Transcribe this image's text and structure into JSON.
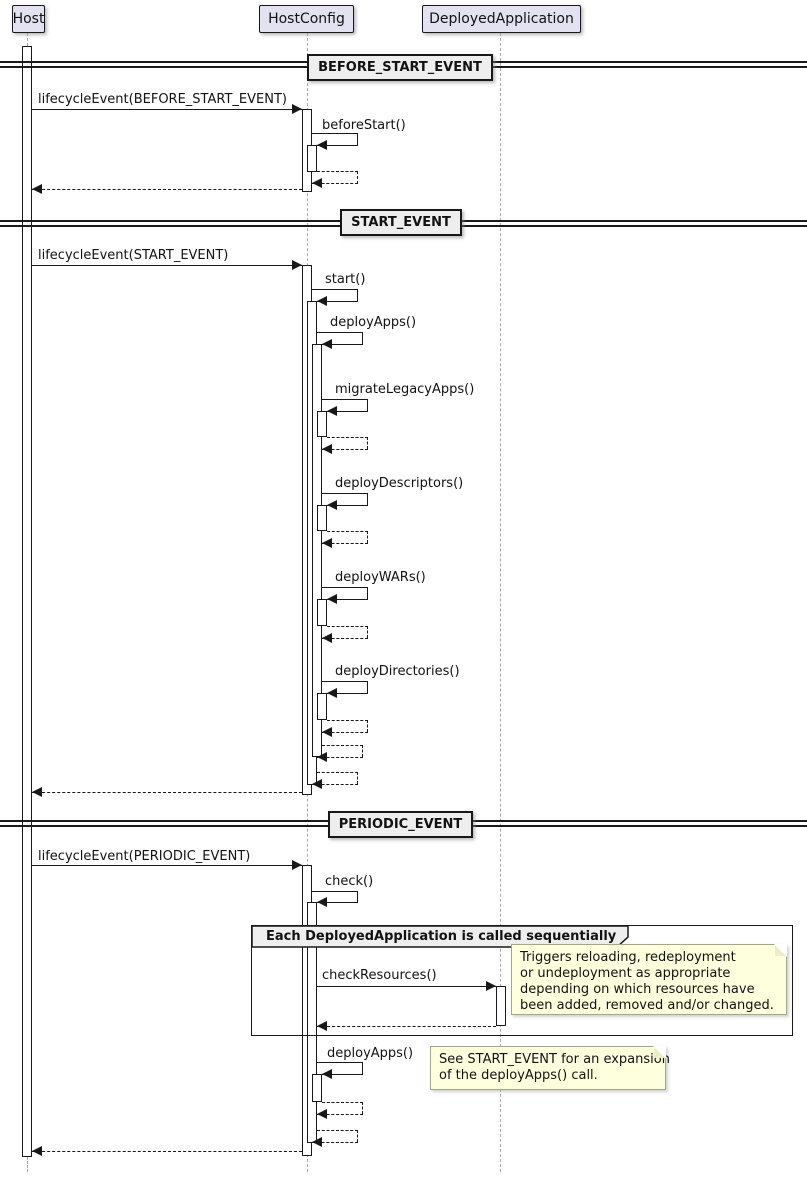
{
  "diagram": {
    "participants": [
      {
        "label": "Host"
      },
      {
        "label": "HostConfig"
      },
      {
        "label": "DeployedApplication"
      }
    ],
    "dividers": [
      {
        "label": "BEFORE_START_EVENT"
      },
      {
        "label": "START_EVENT"
      },
      {
        "label": "PERIODIC_EVENT"
      }
    ],
    "messages": {
      "lifecycle_before": "lifecycleEvent(BEFORE_START_EVENT)",
      "before_start": "beforeStart()",
      "lifecycle_start": "lifecycleEvent(START_EVENT)",
      "start": "start()",
      "deploy_apps": "deployApps()",
      "migrate_legacy_apps": "migrateLegacyApps()",
      "deploy_descriptors": "deployDescriptors()",
      "deploy_wars": "deployWARs()",
      "deploy_directories": "deployDirectories()",
      "lifecycle_periodic": "lifecycleEvent(PERIODIC_EVENT)",
      "check": "check()",
      "check_resources": "checkResources()",
      "deploy_apps_periodic": "deployApps()"
    },
    "group": {
      "label": "Each DeployedApplication is called sequentially"
    },
    "notes": [
      {
        "lines": [
          "Triggers reloading, redeployment",
          "or undeployment as appropriate",
          "depending on which resources have",
          "been added, removed and/or changed."
        ]
      },
      {
        "lines": [
          "See START_EVENT for an expansion",
          "of the deployApps() call."
        ]
      }
    ],
    "colors": {
      "participant_fill": "#E2E2F0",
      "divider_fill": "#EEEEEE",
      "note_fill": "#FEFFDD",
      "border": "#181818",
      "lifeline": "#A8A8A8"
    }
  }
}
